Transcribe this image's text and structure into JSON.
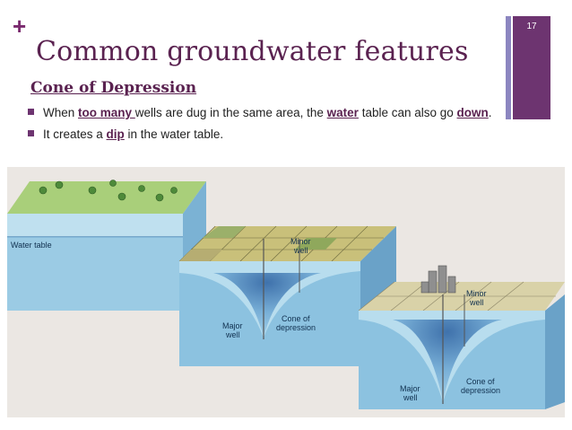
{
  "slide": {
    "number": "17"
  },
  "title": "Common groundwater features",
  "subtitle": "Cone of Depression",
  "bullets": [
    {
      "parts": [
        {
          "t": "When "
        },
        {
          "t": "too many ",
          "kw": true
        },
        {
          "t": "wells are dug in the same area, the "
        },
        {
          "t": "water",
          "kw": true
        },
        {
          "t": " table can also go "
        },
        {
          "t": "down",
          "kw": true
        },
        {
          "t": "."
        }
      ]
    },
    {
      "parts": [
        {
          "t": "It creates a "
        },
        {
          "t": "dip",
          "kw": true
        },
        {
          "t": " in the water table."
        }
      ]
    }
  ],
  "figure": {
    "labels": {
      "water_table": "Water table",
      "minor_well_1": [
        "Minor",
        "well"
      ],
      "major_well_1": [
        "Major",
        "well"
      ],
      "cone_1": [
        "Cone of",
        "depression"
      ],
      "minor_well_2": [
        "Minor",
        "well"
      ],
      "major_well_2": [
        "Major",
        "well"
      ],
      "cone_2": [
        "Cone of",
        "depression"
      ]
    }
  },
  "colors": {
    "accent": "#6d3470",
    "accent_light": "#8c86c0",
    "water_front": "#8dc4e0",
    "water_side": "#5f9ac2",
    "grass": "#9bc46a"
  }
}
